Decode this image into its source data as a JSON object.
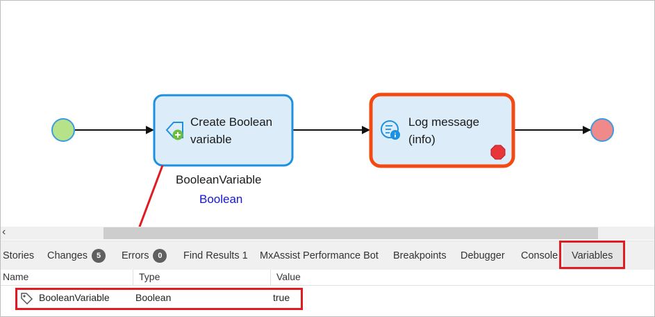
{
  "flow": {
    "activity1": {
      "line1": "Create Boolean",
      "line2": "variable",
      "output_name": "BooleanVariable",
      "output_type": "Boolean"
    },
    "activity2": {
      "line1": "Log message",
      "line2": "(info)"
    }
  },
  "tabs": {
    "stories": "Stories",
    "changes": "Changes",
    "changes_count": "5",
    "errors": "Errors",
    "errors_count": "0",
    "find_results": "Find Results 1",
    "mxassist": "MxAssist Performance Bot",
    "breakpoints": "Breakpoints",
    "debugger": "Debugger",
    "console": "Console",
    "variables": "Variables"
  },
  "variables_table": {
    "columns": {
      "name": "Name",
      "type": "Type",
      "value": "Value"
    },
    "rows": [
      {
        "name": "BooleanVariable",
        "type": "Boolean",
        "value": "true"
      }
    ]
  },
  "colors": {
    "activity_border": "#1e90e0",
    "activity_fill": "#dcecf8",
    "breakpoint_border": "#f24a12",
    "start_event": "#b6e38a",
    "end_event": "#f08a8a",
    "highlight": "#e01b22"
  },
  "icons": {
    "create_variable": "create-variable-icon",
    "log_message": "log-message-icon",
    "breakpoint": "breakpoint-stop-icon",
    "variable_row": "tag-icon",
    "scroll_left": "chevron-left-icon"
  }
}
